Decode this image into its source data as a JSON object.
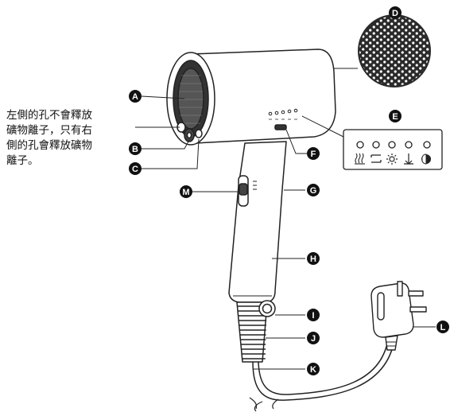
{
  "note": {
    "lines": [
      "左側的孔不會釋放",
      "礦物離子，只有右",
      "側的孔會釋放礦物",
      "離子。"
    ]
  },
  "labels": {
    "A": "A",
    "B": "B",
    "C": "C",
    "D": "D",
    "E": "E",
    "F": "F",
    "G": "G",
    "H": "H",
    "I": "I",
    "J": "J",
    "K": "K",
    "L": "L",
    "M": "M"
  },
  "icons": [
    "heat-waves-icon",
    "airflow-icon",
    "sun-icon",
    "cold-shot-icon",
    "eco-mode-icon"
  ],
  "colors": {
    "line": "#222222",
    "callout": "#111111",
    "mesh": "#2a2a2a"
  }
}
